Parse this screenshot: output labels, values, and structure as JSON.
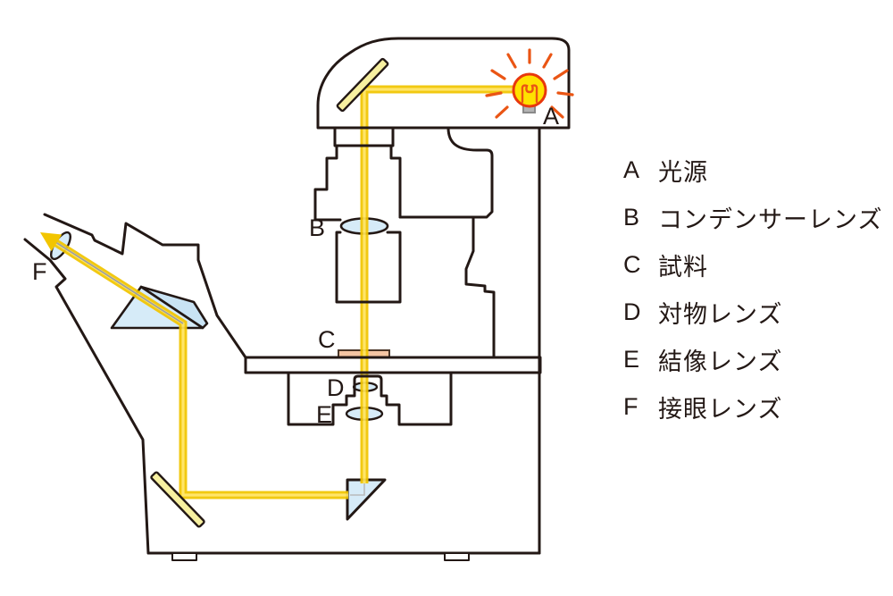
{
  "legend": {
    "items": [
      {
        "letter": "A",
        "label": "光源"
      },
      {
        "letter": "B",
        "label": "コンデンサーレンズ"
      },
      {
        "letter": "C",
        "label": "試料"
      },
      {
        "letter": "D",
        "label": "対物レンズ"
      },
      {
        "letter": "E",
        "label": "結像レンズ"
      },
      {
        "letter": "F",
        "label": "接眼レンズ"
      }
    ]
  },
  "colors": {
    "ink": "#231815",
    "beam": "#F2C500",
    "beam_highlight": "#FFE45E",
    "mirror": "#F7F0A0",
    "glass": "#D6EBF8",
    "glass_shade": "#C9E3F4",
    "specimen": "#F5C5A3",
    "lamp_yellow": "#FFE200",
    "lamp_orange": "#EA5514",
    "lamp_red": "#E8380D",
    "base_gray": "#B3B3B3",
    "axis_gray": "#9FA0A0"
  }
}
